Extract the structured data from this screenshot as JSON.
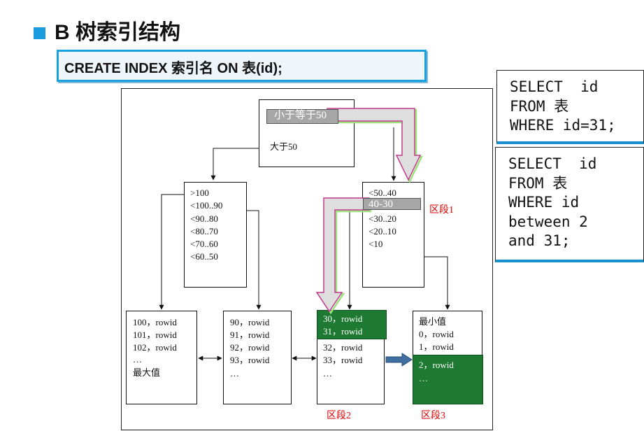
{
  "slide": {
    "title": "B 树索引结构",
    "create_sql": "CREATE INDEX 索引名 ON 表(id);"
  },
  "queries": [
    {
      "lines": [
        "SELECT  id",
        "FROM 表",
        "WHERE id=31;"
      ]
    },
    {
      "lines": [
        "SELECT  id",
        "FROM 表",
        "WHERE id",
        "between 2",
        "and 31;"
      ]
    }
  ],
  "diagram": {
    "root": {
      "highlight": "小于等于50",
      "label": "大于50"
    },
    "branch_left": {
      "lines": [
        ">100",
        "<100..90",
        "<90..80",
        "<80..70",
        "<70..60",
        "<60..50"
      ]
    },
    "branch_right": {
      "line1": "<50..40",
      "highlight": "40-30",
      "lines": [
        "<30..20",
        "<20..10",
        "<10"
      ]
    },
    "leaf1": {
      "lines": [
        "100，rowid",
        "101，rowid",
        "102，rowid",
        "…",
        "最大值"
      ]
    },
    "leaf2": {
      "lines": [
        "90，rowid",
        "91，rowid",
        "92，rowid",
        "93，rowid",
        "…"
      ]
    },
    "leaf3": {
      "green_lines": [
        "30，rowid",
        "31，rowid"
      ],
      "lines": [
        "32，rowid",
        "33，rowid",
        "…"
      ]
    },
    "leaf4": {
      "lines": [
        "最小值",
        "0，rowid",
        "1，rowid"
      ],
      "green_lines": [
        "2，rowid",
        "…"
      ]
    },
    "segments": {
      "seg1": "区段1",
      "seg2": "区段2",
      "seg3": "区段3"
    }
  },
  "colors": {
    "accent": "#1a9be0",
    "leaf_highlight": "#1e7a33",
    "segment_label": "#e00000",
    "path_arrow_fill": "#d9d9d9",
    "path_arrow_border": "#c0398f"
  }
}
